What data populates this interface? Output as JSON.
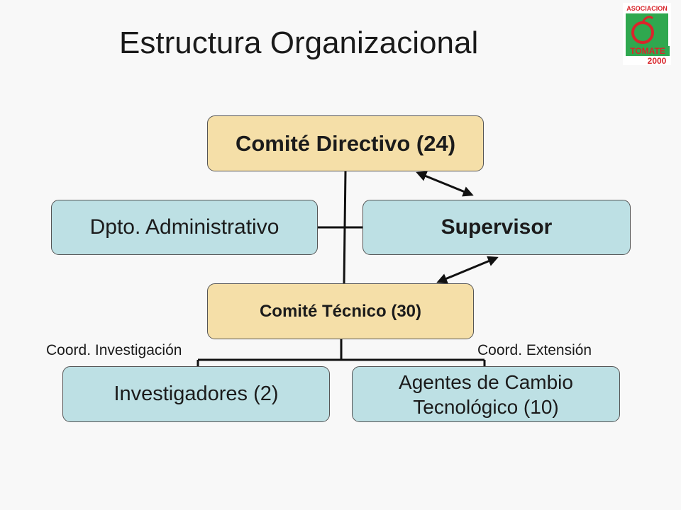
{
  "title": "Estructura Organizacional",
  "logo": {
    "top_text": "ASOCIACION",
    "mid_text": "TOMATE",
    "bottom_text": "2000"
  },
  "nodes": {
    "comite_directivo": "Comité Directivo (24)",
    "dpto_administrativo": "Dpto. Administrativo",
    "supervisor": "Supervisor",
    "comite_tecnico": "Comité Técnico (30)",
    "investigadores": "Investigadores (2)",
    "agentes_line1": "Agentes de Cambio",
    "agentes_line2": "Tecnológico (10)"
  },
  "labels": {
    "coord_investigacion": "Coord. Investigación",
    "coord_extension": "Coord. Extensión"
  },
  "colors": {
    "tan_box": "#f5dfa8",
    "blue_box": "#bde0e4",
    "logo_green": "#2fa84f",
    "logo_red": "#d8262b"
  }
}
